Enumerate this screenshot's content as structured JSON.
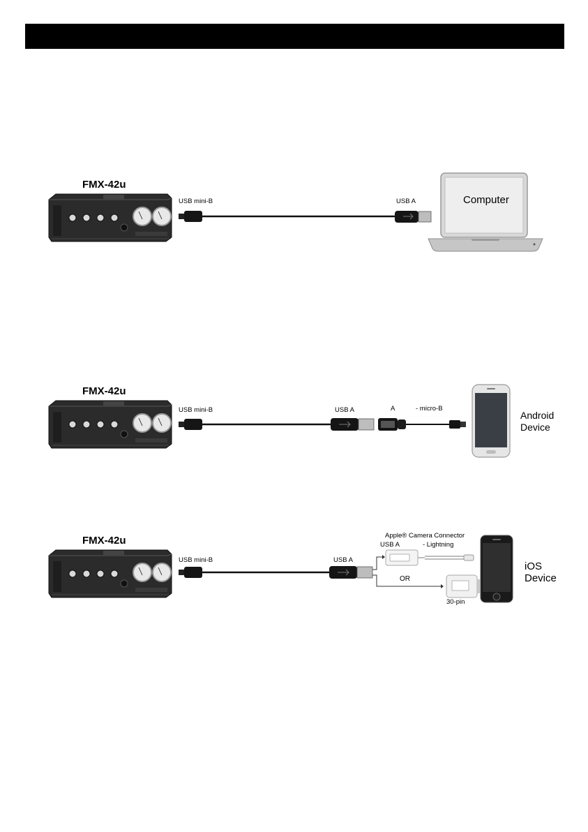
{
  "diagram1": {
    "device_label": "FMX-42u",
    "port_left": "USB mini-B",
    "port_right": "USB A",
    "target": "Computer"
  },
  "diagram2": {
    "device_label": "FMX-42u",
    "port_left": "USB mini-B",
    "port_mid": "USB A",
    "adapter_a": "A",
    "adapter_b": "- micro-B",
    "target_line1": "Android",
    "target_line2": "Device"
  },
  "diagram3": {
    "device_label": "FMX-42u",
    "port_left": "USB mini-B",
    "port_mid": "USB A",
    "connector_title": "Apple® Camera Connector",
    "connector_usb": "USB A",
    "connector_lightning": "- Lightning",
    "or_label": "OR",
    "pin_label": "30-pin",
    "target_line1": "iOS",
    "target_line2": "Device"
  },
  "colors": {
    "header_bar": "#000000",
    "recorder_body": "#2b2b2b",
    "cable": "#111111",
    "laptop_shell": "#c8c8c8",
    "phone_screen": "#3a3f46"
  }
}
